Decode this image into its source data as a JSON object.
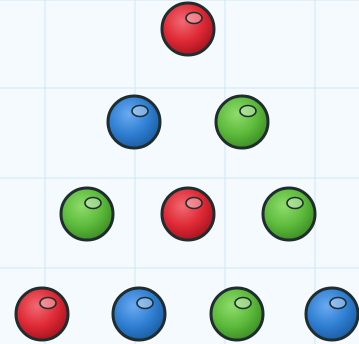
{
  "colors": {
    "background": "#f4fafe",
    "grid_line": "#cfe6f6",
    "outline": "#1f2d2f"
  },
  "palette": {
    "red": {
      "base": "#df2a36",
      "dark": "#a3121c",
      "light": "#f06a72"
    },
    "blue": {
      "base": "#2f7fd3",
      "dark": "#195a9e",
      "light": "#6aaaf0"
    },
    "green": {
      "base": "#5dbb3c",
      "dark": "#3a8a22",
      "light": "#8fdc6c"
    }
  },
  "pyramid": [
    [
      "red"
    ],
    [
      "blue",
      "green"
    ],
    [
      "green",
      "red",
      "green"
    ],
    [
      "red",
      "blue",
      "green",
      "blue"
    ]
  ]
}
